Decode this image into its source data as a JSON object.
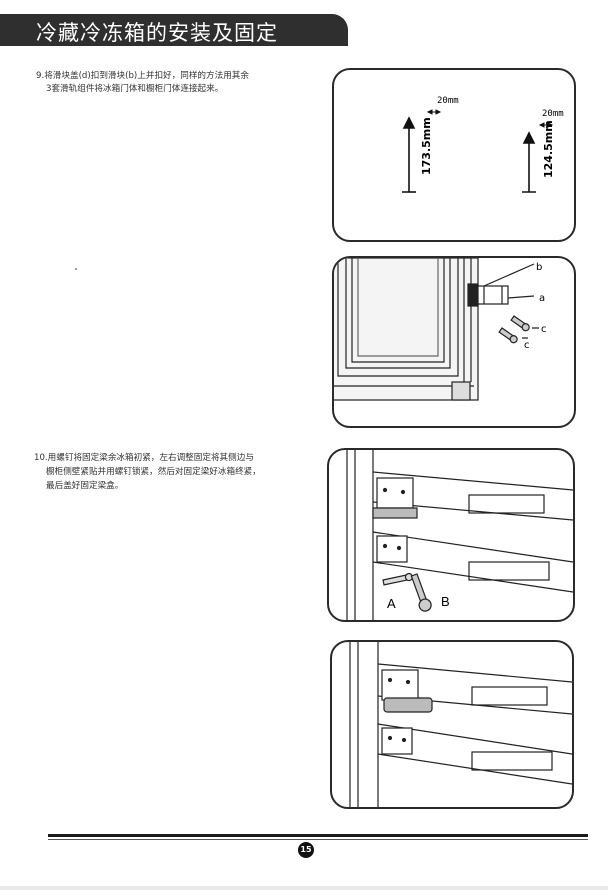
{
  "header": {
    "title": "冷藏冷冻箱的安装及固定"
  },
  "step9": {
    "line1": "9.将滑块盖(d)扣到滑块(b)上并扣好，同样的方法用其余",
    "line2": "3套滑轨组件将冰箱门体和橱柜门体连接起来。"
  },
  "step10": {
    "line1": "10.用螺钉将固定梁余冰箱初紧，左右调整固定将其侧边与",
    "line2": "橱柜侧壁紧贴并用螺钉锁紧，然后对固定梁好冰箱终紧，",
    "line3": "最后盖好固定梁盒。"
  },
  "fig1": {
    "dim_left_w": "20mm",
    "dim_left_h": "173.5mm",
    "dim_right_w": "20mm",
    "dim_right_h": "124.5mm"
  },
  "fig2": {
    "label_b": "b",
    "label_a": "a",
    "label_c1": "c",
    "label_c2": "c"
  },
  "fig3": {
    "label_A": "A",
    "label_B": "B"
  },
  "footer": {
    "page": "15"
  }
}
